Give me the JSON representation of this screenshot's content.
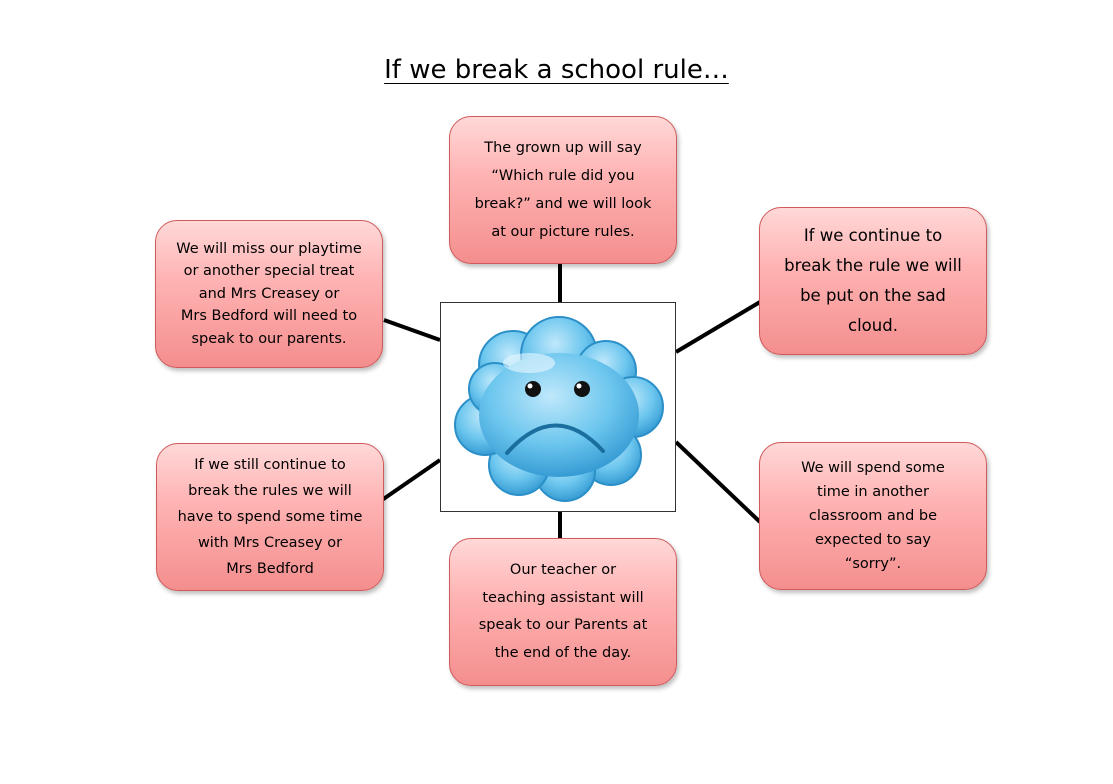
{
  "title": "If we break a school rule…",
  "center": {
    "icon": "sad-cloud-icon",
    "color": "#5cc0ea"
  },
  "boxes": {
    "top": "The grown up will say\n“Which rule did you\nbreak?” and we will look\nat our picture rules.",
    "top_left": "We will miss our playtime\nor another special treat\nand Mrs Creasey or\nMrs Bedford will need to\nspeak to our parents.",
    "top_right": "If we continue to\nbreak the rule we will\nbe put on the sad\ncloud.",
    "bottom_left": "If we still continue to\nbreak the rules we will\nhave to spend some time\nwith Mrs Creasey or\nMrs Bedford",
    "bottom_right": "We will spend some\ntime in another\nclassroom and be\nexpected to say\n“sorry”.",
    "bottom": "Our teacher or\nteaching assistant will\nspeak to our Parents at\nthe end of the day."
  },
  "colors": {
    "box_fill": "#ffb3b3",
    "box_border": "#d05a5a",
    "connector": "#000000"
  }
}
